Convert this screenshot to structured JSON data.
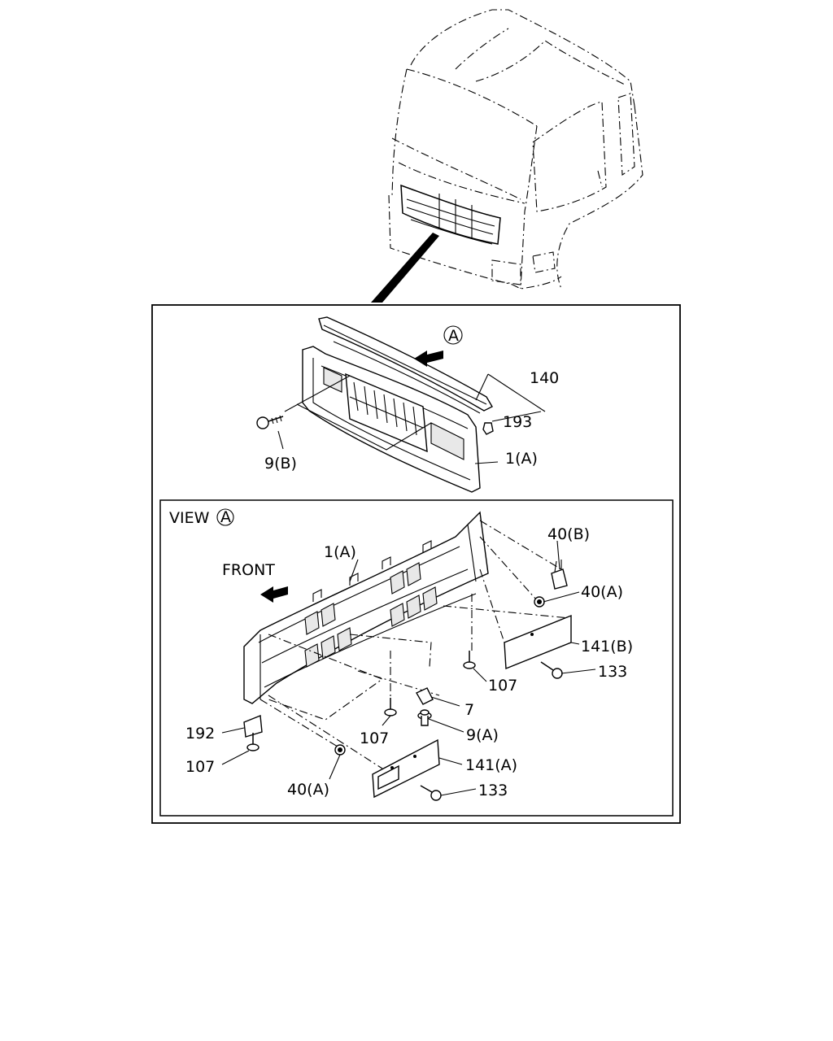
{
  "labels": {
    "view_title": "VIEW",
    "view_marker": "A",
    "arrow_marker": "A",
    "front": "FRONT",
    "top": {
      "p140": "140",
      "p193": "193",
      "p9b": "9(B)",
      "p1a": "1(A)"
    },
    "view": {
      "p1a": "1(A)",
      "p40b": "40(B)",
      "p40a_right": "40(A)",
      "p141b": "141(B)",
      "p133_right": "133",
      "p107_center": "107",
      "p7": "7",
      "p107_mid": "107",
      "p9a": "9(A)",
      "p192": "192",
      "p107_left": "107",
      "p40a_left": "40(A)",
      "p141a": "141(A)",
      "p133_left": "133"
    }
  }
}
